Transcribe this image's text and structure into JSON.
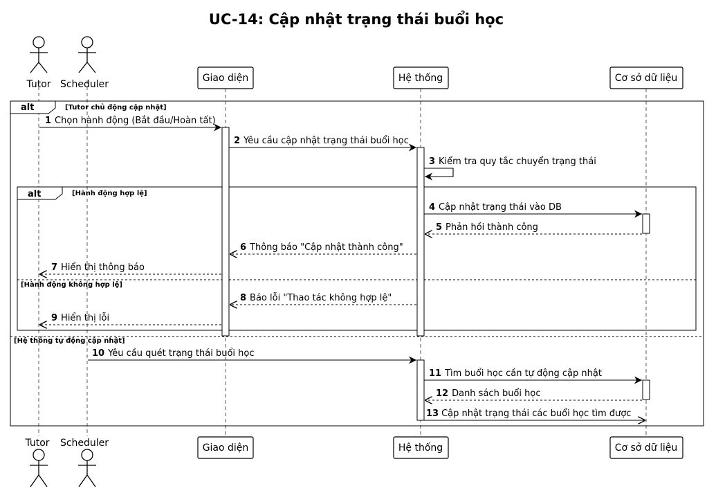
{
  "title": "UC-14: Cập nhật trạng thái buổi học",
  "participants": [
    {
      "id": "tutor",
      "label": "Tutor",
      "kind": "actor"
    },
    {
      "id": "scheduler",
      "label": "Scheduler",
      "kind": "actor"
    },
    {
      "id": "ui",
      "label": "Giao diện",
      "kind": "box"
    },
    {
      "id": "system",
      "label": "Hệ thống",
      "kind": "box"
    },
    {
      "id": "db",
      "label": "Cơ sở dữ liệu",
      "kind": "box"
    }
  ],
  "fragments": {
    "outer": {
      "keyword": "alt",
      "guard1": "[Tutor chủ động cập nhật]",
      "guard2": "[Hệ thống tự động cập nhật]"
    },
    "inner": {
      "keyword": "alt",
      "guard1": "[Hành động hợp lệ]",
      "guard2": "[Hành động không hợp lệ]"
    }
  },
  "messages": [
    {
      "num": "1",
      "text": "Chọn hành động (Bắt đầu/Hoàn tất)",
      "from": "tutor",
      "to": "ui",
      "style": "sync"
    },
    {
      "num": "2",
      "text": "Yêu cầu cập nhật trạng thái buổi học",
      "from": "ui",
      "to": "system",
      "style": "sync"
    },
    {
      "num": "3",
      "text": "Kiểm tra quy tắc chuyển trạng thái",
      "from": "system",
      "to": "system",
      "style": "self"
    },
    {
      "num": "4",
      "text": "Cập nhật trạng thái vào DB",
      "from": "system",
      "to": "db",
      "style": "sync"
    },
    {
      "num": "5",
      "text": "Phản hồi thành công",
      "from": "db",
      "to": "system",
      "style": "reply"
    },
    {
      "num": "6",
      "text": "Thông báo \"Cập nhật thành công\"",
      "from": "system",
      "to": "ui",
      "style": "reply"
    },
    {
      "num": "7",
      "text": "Hiển thị thông báo",
      "from": "ui",
      "to": "tutor",
      "style": "reply"
    },
    {
      "num": "8",
      "text": "Báo lỗi \"Thao tác không hợp lệ\"",
      "from": "system",
      "to": "ui",
      "style": "reply"
    },
    {
      "num": "9",
      "text": "Hiển thị lỗi",
      "from": "ui",
      "to": "tutor",
      "style": "reply"
    },
    {
      "num": "10",
      "text": "Yêu cầu quét trạng thái buổi học",
      "from": "scheduler",
      "to": "system",
      "style": "sync"
    },
    {
      "num": "11",
      "text": "Tìm buổi học cần tự động cập nhật",
      "from": "system",
      "to": "db",
      "style": "sync"
    },
    {
      "num": "12",
      "text": "Danh sách buổi học",
      "from": "db",
      "to": "system",
      "style": "reply"
    },
    {
      "num": "13",
      "text": "Cập nhật trạng thái các buổi học tìm được",
      "from": "system",
      "to": "db",
      "style": "sync"
    }
  ]
}
